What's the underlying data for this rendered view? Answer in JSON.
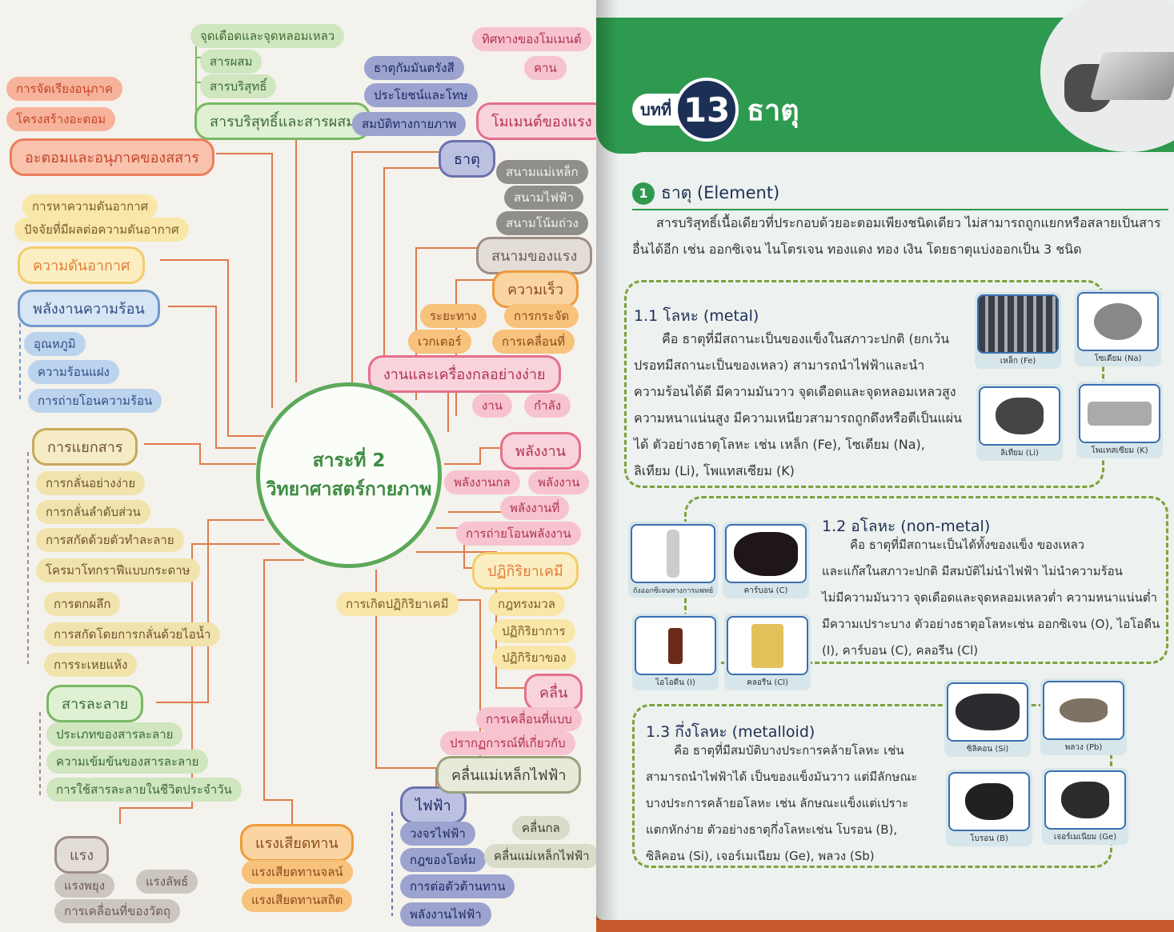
{
  "left_page": {
    "center": {
      "line1": "สาระที่ 2",
      "line2": "วิทยาศาสตร์กายภาพ"
    },
    "nodes": {
      "atom_arrange": "การจัดเรียงอนุภาค",
      "atom_struct": "โครงสร้างอะตอม",
      "atom": "อะตอมและอนุภาคของสสาร",
      "boil": "จุดเดือดและจุดหลอมเหลว",
      "mixture": "สารผสม",
      "pure": "สารบริสุทธิ์",
      "pure_mix": "สารบริสุทธิ์และสารผสม",
      "find_pressure": "การหาความดันอากาศ",
      "pressure_factor": "ปัจจัยที่มีผลต่อความดันอากาศ",
      "pressure": "ความดันอากาศ",
      "heat": "พลังงานความร้อน",
      "temp": "อุณหภูมิ",
      "latent": "ความร้อนแฝง",
      "heat_transfer": "การถ่ายโอนความร้อน",
      "separation": "การแยกสาร",
      "simple_dist": "การกลั่นอย่างง่าย",
      "frac_dist": "การกลั่นลำดับส่วน",
      "solvent_ext": "การสกัดด้วยตัวทำละลาย",
      "chroma": "โครมาโทกราฟีแบบกระดาษ",
      "crystal": "การตกผลึก",
      "steam": "การสกัดโดยการกลั่นด้วยไอน้ำ",
      "evap": "การระเหยแห้ง",
      "solution": "สารละลาย",
      "sol_type": "ประเภทของสารละลาย",
      "sol_conc": "ความเข้มข้นของสารละลาย",
      "sol_use": "การใช้สารละลายในชีวิตประจำวัน",
      "force": "แรง",
      "buoy": "แรงพยุง",
      "net_force": "แรงลัพธ์",
      "motion": "การเคลื่อนที่ของวัตถุ",
      "friction": "แรงเสียดทาน",
      "kinetic": "แรงเสียดทานจลน์",
      "static": "แรงเสียดทานสถิต",
      "electric": "ไฟฟ้า",
      "circuit": "วงจรไฟฟ้า",
      "ohm": "กฎของโอห์ม",
      "resistor": "การต่อตัวต้านทาน",
      "elec_energy": "พลังงานไฟฟ้า",
      "em_wave": "คลื่นแม่เหล็กไฟฟ้า",
      "mech_wave": "คลื่นกล",
      "em_wave2": "คลื่นแม่เหล็กไฟฟ้า",
      "radio": "ธาตุกัมมันตรังสี",
      "benefit": "ประโยชน์และโทษ",
      "physical": "สมบัติทางกายภาพ",
      "element": "ธาตุ",
      "lever": "คาน",
      "moment_dir": "ทิศทางของโมเมนต์",
      "moment": "โมเมนต์ของแรง",
      "field1": "สนามแม่เหล็ก",
      "field2": "สนามไฟฟ้า",
      "field3": "สนามโน้มถ่วง",
      "field": "สนามของแรง",
      "speed": "ความเร็ว",
      "distance": "ระยะทาง",
      "disp": "การกระจัด",
      "vector": "เวกเตอร์",
      "vmotion": "การเคลื่อนที่",
      "work_machine": "งานและเครื่องกลอย่างง่าย",
      "work": "งาน",
      "power": "กำลัง",
      "energy": "พลังงาน",
      "mech_energy": "พลังงานกล",
      "energy2": "พลังงาน",
      "energy_form": "พลังงานที่",
      "energy_transfer": "การถ่ายโอนพลังงาน",
      "reaction": "ปฏิกิริยาเคมี",
      "reaction_occ": "การเกิดปฏิกิริยาเคมี",
      "mass_law": "กฎทรงมวล",
      "reaction_a": "ปฏิกิริยาการ",
      "reaction_b": "ปฏิกิริยาของ",
      "wave": "คลื่น",
      "wave_motion": "การเคลื่อนที่แบบ",
      "phenomena": "ปรากฏการณ์ที่เกี่ยวกับ"
    }
  },
  "right_page": {
    "chapter_label": "บทที่",
    "chapter_number": "13",
    "chapter_title": "ธาตุ",
    "section_number": "1",
    "section_title": "ธาตุ (Element)",
    "intro_1": "สารบริสุทธิ์เนื้อเดียวที่ประกอบด้วยอะตอมเพียงชนิดเดียว ไม่สามารถถูกแยกหรือสลายเป็นสาร",
    "intro_2": "อื่นได้อีก เช่น ออกซิเจน ไนโตรเจน ทองแดง ทอง เงิน โดยธาตุแบ่งออกเป็น 3 ชนิด",
    "metal": {
      "heading": "1.1 โลหะ (metal)",
      "lines": [
        "คือ ธาตุที่มีสถานะเป็นของแข็งในสภาวะปกติ (ยกเว้น",
        "ปรอทมีสถานะเป็นของเหลว) สามารถนำไฟฟ้าและนำ",
        "ความร้อนได้ดี มีความมันวาว จุดเดือดและจุดหลอมเหลวสูง",
        "ความหนาแน่นสูง มีความเหนียวสามารถถูกดึงหรือตีเป็นแผ่น",
        "ได้ ตัวอย่างธาตุโลหะ เช่น เหล็ก (Fe), โซเดียม (Na),",
        "ลิเทียม (Li), โพแทสเซียม (K)"
      ],
      "images": [
        "เหล็ก (Fe)",
        "โซเดียม (Na)",
        "ลิเทียม (Li)",
        "โพแทสเซียม (K)"
      ]
    },
    "nonmetal": {
      "heading": "1.2 อโลหะ (non-metal)",
      "lines": [
        "คือ ธาตุที่มีสถานะเป็นได้ทั้งของแข็ง ของเหลว",
        "และแก๊สในสภาวะปกติ มีสมบัติไม่นำไฟฟ้า ไม่นำความร้อน",
        "ไม่มีความมันวาว จุดเดือดและจุดหลอมเหลวต่ำ ความหนาแน่นต่ำ",
        "มีความเปราะบาง ตัวอย่างธาตุอโลหะเช่น ออกซิเจน (O), ไอโอดีน",
        "(I), คาร์บอน (C), คลอรีน (Cl)"
      ],
      "images": [
        "ถังออกซิเจนทางการแพทย์",
        "คาร์บอน (C)",
        "ไอโอดีน (I)",
        "คลอรีน (Cl)"
      ]
    },
    "metalloid": {
      "heading": "1.3 กึ่งโลหะ (metalloid)",
      "lines": [
        "คือ ธาตุที่มีสมบัติบางประการคล้ายโลหะ เช่น",
        "สามารถนำไฟฟ้าได้ เป็นของแข็งมันวาว แต่มีลักษณะ",
        "บางประการคล้ายอโลหะ เช่น ลักษณะแข็งแต่เปราะ",
        "แตกหักง่าย ตัวอย่างธาตุกึ่งโลหะเช่น โบรอน (B),",
        "ซิลิคอน (Si), เจอร์เมเนียม (Ge), พลวง (Sb)"
      ],
      "images": [
        "ซิลิคอน (Si)",
        "พลวง (Pb)",
        "โบรอน (B)",
        "เจอร์เมเนียม (Ge)"
      ]
    }
  },
  "colors": {
    "banner": "#2e9a4f",
    "navy": "#1c2f55",
    "mindmap_line": "#e0794d",
    "dashed_border": "#7ca23c"
  }
}
